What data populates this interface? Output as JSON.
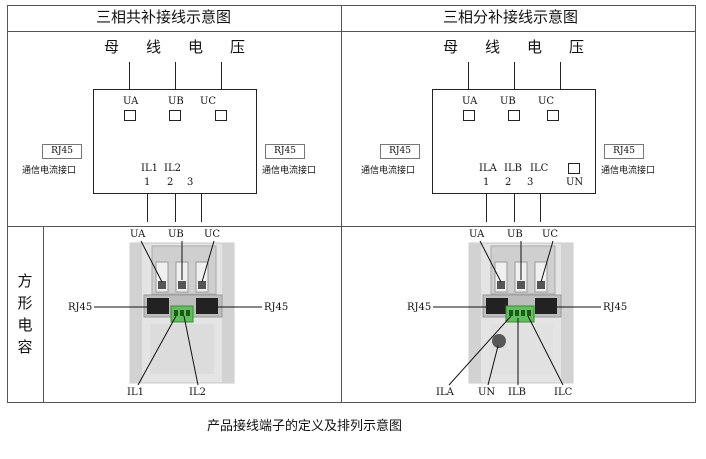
{
  "left_panel": {
    "title": "三相共补接线示意图",
    "bus_chars": [
      "母",
      "线",
      "电",
      "压"
    ],
    "voltage_terms": [
      "UA",
      "UB",
      "UC"
    ],
    "rj45_label": "RJ45",
    "comm_port_label": "通信电流接口",
    "current_terms": [
      "IL1",
      "IL2"
    ],
    "current_numbers": [
      "1",
      "2",
      "3"
    ],
    "photo_top_labels": [
      "UA",
      "UB",
      "UC"
    ],
    "photo_rj45": "RJ45",
    "photo_bottom_labels": [
      "IL1",
      "IL2"
    ]
  },
  "right_panel": {
    "title": "三相分补接线示意图",
    "bus_chars": [
      "母",
      "线",
      "电",
      "压"
    ],
    "voltage_terms": [
      "UA",
      "UB",
      "UC"
    ],
    "rj45_label": "RJ45",
    "comm_port_label": "通信电流接口",
    "current_terms": [
      "ILA",
      "ILB",
      "ILC"
    ],
    "current_numbers": [
      "1",
      "2",
      "3"
    ],
    "neutral_label": "UN",
    "photo_top_labels": [
      "UA",
      "UB",
      "UC"
    ],
    "photo_rj45": "RJ45",
    "photo_bottom_labels": [
      "ILA",
      "UN",
      "ILB",
      "ILC"
    ]
  },
  "side_label_chars": [
    "方",
    "形",
    "电",
    "容"
  ],
  "caption": "产品接线端子的定义及排列示意图"
}
